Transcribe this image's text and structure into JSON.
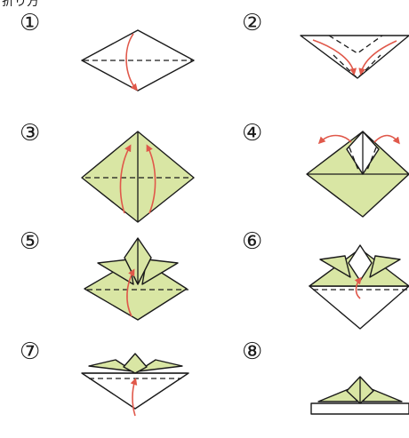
{
  "header": {
    "title_fragment": "折り方"
  },
  "steps": [
    {
      "number": "①"
    },
    {
      "number": "②"
    },
    {
      "number": "③"
    },
    {
      "number": "④"
    },
    {
      "number": "⑤"
    },
    {
      "number": "⑥"
    },
    {
      "number": "⑦"
    },
    {
      "number": "⑧"
    }
  ],
  "colors": {
    "paper_back": "#d9e6a4",
    "paper_front": "#ffffff",
    "arrow": "#e0584a",
    "line": "#1a1a1a"
  }
}
